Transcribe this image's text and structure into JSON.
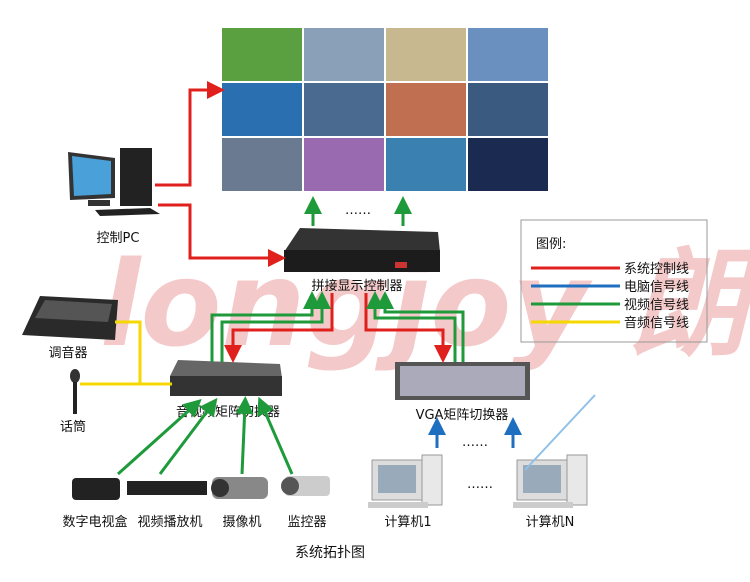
{
  "title": "系统拓扑图",
  "watermark": "longjoy 朗悦",
  "devices": {
    "video_wall": "",
    "control_pc": "控制PC",
    "splice_controller": "拼接显示控制器",
    "mixer": "调音器",
    "microphone": "话筒",
    "av_matrix": "音视频矩阵切换器",
    "vga_matrix": "VGA矩阵切换器",
    "dtv_box": "数字电视盒",
    "video_player": "视频播放机",
    "camcorder": "摄像机",
    "monitor_camera": "监控器",
    "computer_1": "计算机1",
    "computer_n": "计算机N"
  },
  "legend": {
    "title": "图例:",
    "items": [
      {
        "label": "系统控制线",
        "color": "#e0201c"
      },
      {
        "label": "电脑信号线",
        "color": "#1f6fc0"
      },
      {
        "label": "视频信号线",
        "color": "#1e9a3a"
      },
      {
        "label": "音频信号线",
        "color": "#f5d800"
      }
    ]
  },
  "dots": "……"
}
